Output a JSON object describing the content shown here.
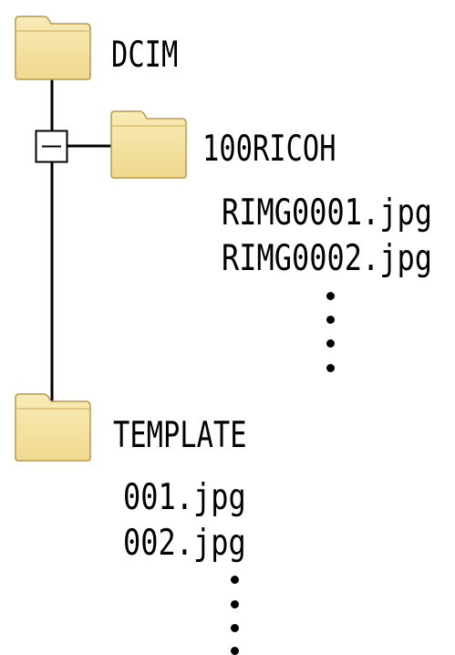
{
  "tree": {
    "root_folder": {
      "name": "DCIM",
      "icon": "folder-icon",
      "expanded": true,
      "subfolder": {
        "name": "100RICOH",
        "icon": "folder-icon",
        "files": [
          "RIMG0001.jpg",
          "RIMG0002.jpg"
        ],
        "more_indicator": "vertical-ellipsis"
      }
    },
    "second_folder": {
      "name": "TEMPLATE",
      "icon": "folder-icon",
      "files": [
        "001.jpg",
        "002.jpg"
      ],
      "more_indicator": "vertical-ellipsis"
    },
    "expander_symbol": "−"
  },
  "colors": {
    "folder_fill": "#F4E4A8",
    "folder_edge": "#B89A48",
    "line": "#000000",
    "text": "#000000"
  }
}
